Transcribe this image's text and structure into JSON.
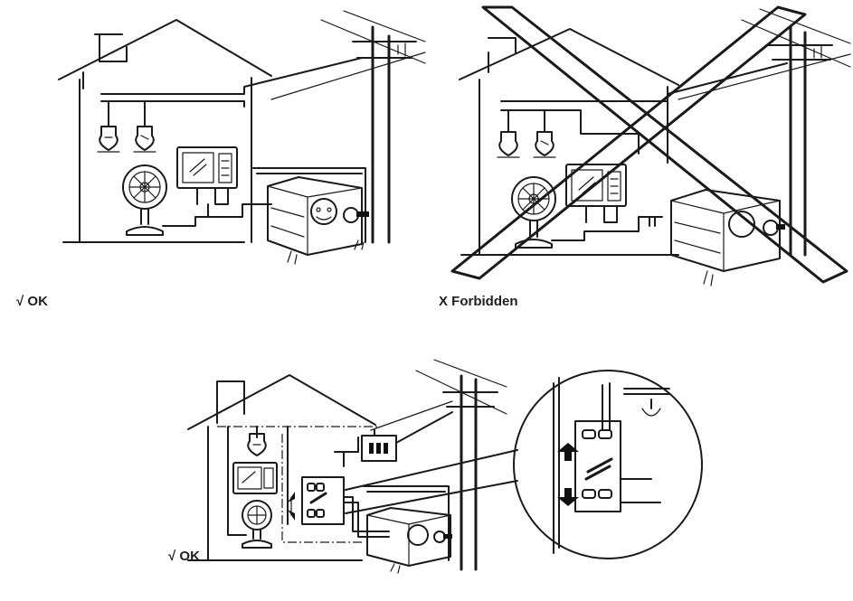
{
  "panels": {
    "top_left": {
      "caption": "√ OK"
    },
    "top_right": {
      "caption": "X Forbidden"
    },
    "bottom": {
      "caption": "√ OK"
    }
  }
}
